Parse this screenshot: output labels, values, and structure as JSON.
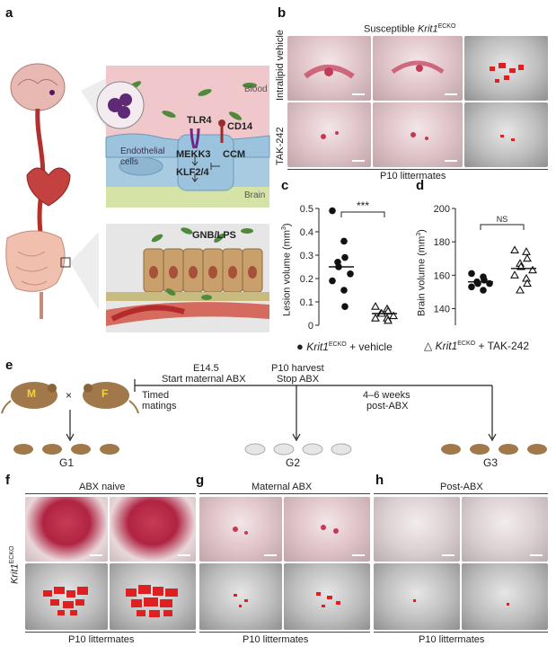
{
  "panel_labels": {
    "a": "a",
    "b": "b",
    "c": "c",
    "d": "d",
    "e": "e",
    "f": "f",
    "g": "g",
    "h": "h"
  },
  "panel_a": {
    "blood": "Blood",
    "brain": "Brain",
    "tlr4": "TLR4",
    "cd14": "CD14",
    "endothelial": "Endothelial cells",
    "mekk3": "MEKK3",
    "ccm": "CCM",
    "klf": "KLF2/4",
    "gnb": "GNB/LPS"
  },
  "panel_b": {
    "title_prefix": "Susceptible ",
    "title_gene": "Krit1",
    "title_sup": "ECKO",
    "row1": "Intralipid vehicle",
    "row2": "TAK-242",
    "footer": "P10 littermates"
  },
  "panel_c": {
    "ylabel": "Lesion volume (mm",
    "ylabel_sup": "3",
    "ylabel_end": ")",
    "sig": "***",
    "yticks": [
      "0",
      "0.1",
      "0.2",
      "0.3",
      "0.4",
      "0.5"
    ]
  },
  "panel_d": {
    "ylabel": "Brain volume (mm",
    "ylabel_sup": "3",
    "ylabel_end": ")",
    "sig": "NS",
    "yticks": [
      "140",
      "160",
      "180",
      "200"
    ]
  },
  "legend": {
    "vehicle_gene": "Krit1",
    "vehicle_sup": "ECKO",
    "vehicle_rest": " + vehicle",
    "tak_gene": "Krit1",
    "tak_sup": "ECKO",
    "tak_rest": " + TAK-242"
  },
  "panel_e": {
    "m": "M",
    "f": "F",
    "cross": "×",
    "e145": "E14.5",
    "start_abx": "Start maternal ABX",
    "p10": "P10 harvest",
    "stop_abx": "Stop ABX",
    "timed": "Timed",
    "matings": "matings",
    "weeks": "4–6 weeks",
    "post_abx": "post-ABX",
    "g1": "G1",
    "g2": "G2",
    "g3": "G3"
  },
  "panel_f": {
    "title": "ABX naive",
    "side_gene": "Krit1",
    "side_sup": "ECKO",
    "footer": "P10 littermates"
  },
  "panel_g": {
    "title": "Maternal ABX",
    "footer": "P10 littermates"
  },
  "panel_h": {
    "title": "Post-ABX",
    "footer": "P10 littermates"
  },
  "chart_data": [
    {
      "type": "scatter",
      "panel": "c",
      "ylabel": "Lesion volume (mm3)",
      "ylim": [
        0,
        0.5
      ],
      "series": [
        {
          "marker": "filled-circle",
          "values": [
            0.49,
            0.36,
            0.29,
            0.27,
            0.25,
            0.22,
            0.19,
            0.15,
            0.08
          ],
          "mean": 0.25
        },
        {
          "marker": "open-triangle",
          "values": [
            0.08,
            0.07,
            0.06,
            0.05,
            0.05,
            0.04,
            0.03,
            0.03,
            0.02
          ],
          "mean": 0.05
        }
      ]
    },
    {
      "type": "scatter",
      "panel": "d",
      "ylabel": "Brain volume (mm3)",
      "ylim": [
        130,
        200
      ],
      "series": [
        {
          "marker": "filled-circle",
          "values": [
            161,
            159,
            157,
            156,
            155,
            155,
            153,
            151
          ],
          "mean": 156
        },
        {
          "marker": "open-triangle",
          "values": [
            175,
            174,
            170,
            167,
            165,
            163,
            160,
            158,
            155,
            151
          ],
          "mean": 164
        }
      ]
    }
  ]
}
